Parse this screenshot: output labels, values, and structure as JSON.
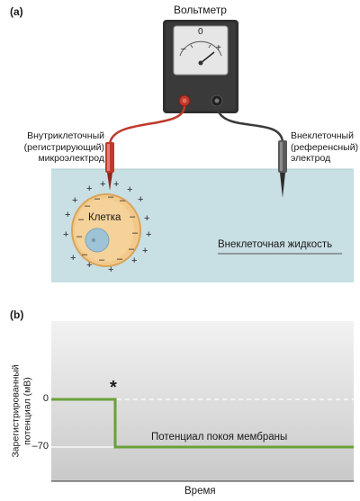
{
  "panel_a": {
    "label": "(a)",
    "voltmeter_title": "Вольтметр",
    "dial_zero": "0",
    "dial_minus": "–",
    "dial_plus": "+",
    "intracellular_electrode": [
      "Внутриклеточный",
      "(регистрирующий)",
      "микроэлектрод"
    ],
    "extracellular_electrode": [
      "Внеклеточный",
      "(референсный)",
      "электрод"
    ],
    "cell_label": "Клетка",
    "fluid_label": "Внеклеточная жидкость",
    "colors": {
      "fluid": "#c8dfe3",
      "cell": "#f2c98b",
      "nucleus": "#9fc3d6",
      "red_lead": "#c0392b",
      "black_lead": "#3a3a3a"
    }
  },
  "panel_b": {
    "label": "(b)",
    "ylabel": [
      "Зарегистрированный",
      "потенциал (мВ)"
    ],
    "xlabel": "Время",
    "tick_0": "0",
    "tick_neg70": "–70",
    "marker": "*",
    "trace_label": "Потенциал покоя мембраны",
    "colors": {
      "trace": "#6aa13a",
      "bg_top": "#f2f2f2",
      "bg_bottom": "#c9c9c9"
    }
  },
  "chart_data": {
    "type": "line",
    "xlabel": "Время",
    "ylabel": "Зарегистрированный потенциал (мВ)",
    "yticks": [
      0,
      -70
    ],
    "series": [
      {
        "x": [
          "start",
          "insertion",
          "insertion",
          "end"
        ],
        "values": [
          0,
          0,
          -70,
          -70
        ]
      }
    ],
    "annotations": [
      "*",
      "Потенциал покоя мембраны"
    ]
  }
}
